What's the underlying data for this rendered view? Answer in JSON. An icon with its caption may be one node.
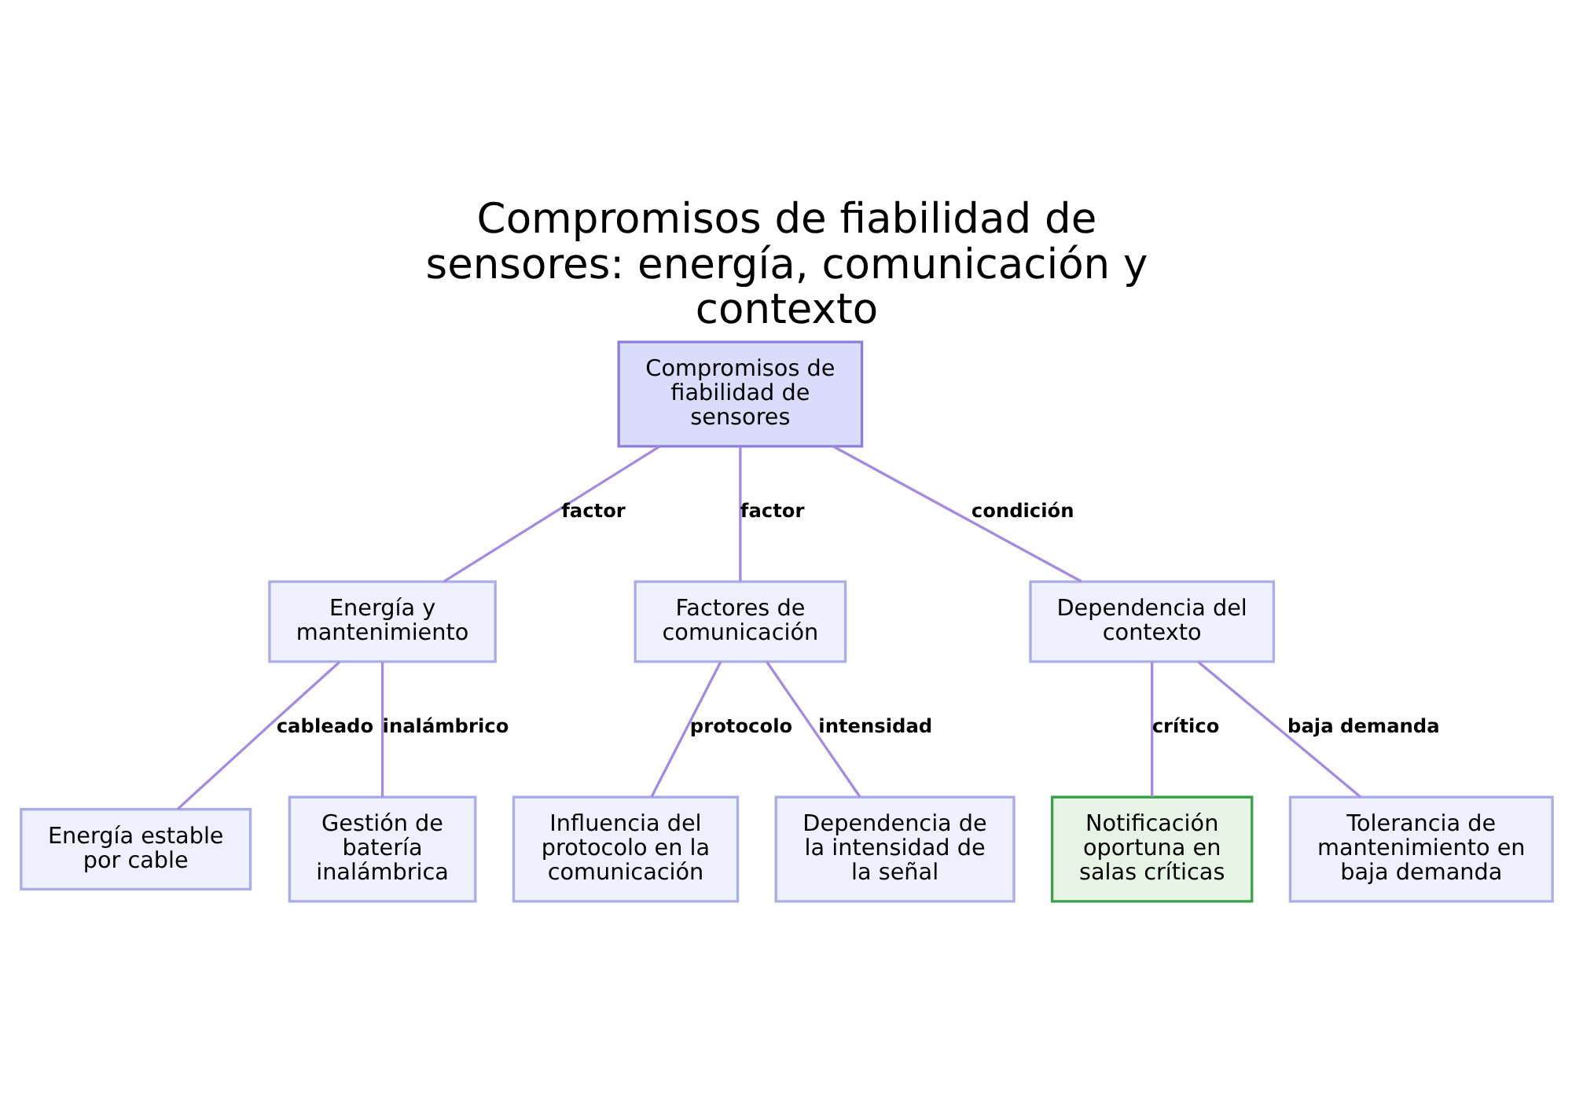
{
  "diagram": {
    "title": "Compromisos de fiabilidad de sensores: energía, comunicación y contexto",
    "nodes": [
      {
        "text": [
          "Compromisos de fiabilidad de sensores"
        ]
      },
      {
        "text": [
          "Energía y mantenimiento"
        ]
      },
      {
        "text": [
          "Factores de comunicación"
        ]
      },
      {
        "text": [
          "Dependencia del contexto"
        ]
      },
      {
        "text": [
          "Energía estable por cable"
        ]
      },
      {
        "text": [
          "Gestión de batería inalámbrica"
        ]
      },
      {
        "text": [
          "Influencia del protocolo en la comunicación"
        ]
      },
      {
        "text": [
          "Dependencia de la intensidad de la señal"
        ]
      },
      {
        "text": [
          "Notificación oportuna en salas críticas"
        ]
      },
      {
        "text": [
          "Tolerancia de mantenimiento en baja demanda"
        ]
      }
    ],
    "edges": [
      {
        "from": 0,
        "to": 1,
        "arrow": "none",
        "label": "factor"
      },
      {
        "from": 0,
        "to": 2,
        "arrow": "none",
        "label": "factor"
      },
      {
        "from": 0,
        "to": 3,
        "arrow": "none",
        "label": "condición"
      },
      {
        "from": 1,
        "to": 4,
        "arrow": "none",
        "label": "cableado"
      },
      {
        "from": 1,
        "to": 5,
        "arrow": "none",
        "label": "inalámbrico"
      },
      {
        "from": 2,
        "to": 6,
        "arrow": "none",
        "label": "protocolo"
      },
      {
        "from": 2,
        "to": 7,
        "arrow": "none",
        "label": "intensidad"
      },
      {
        "from": 3,
        "to": 8,
        "arrow": "none",
        "label": "crítico"
      },
      {
        "from": 3,
        "to": 9,
        "arrow": "none",
        "label": "baja demanda"
      }
    ]
  }
}
